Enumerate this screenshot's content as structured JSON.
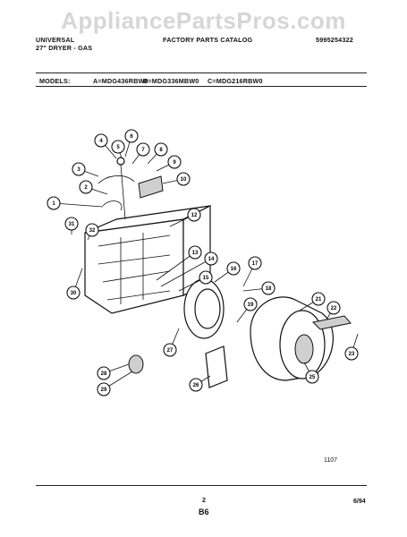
{
  "watermark": "AppliancePartsPros.com",
  "header": {
    "brand": "UNIVERSAL",
    "product": "27\" DRYER - GAS",
    "catalog": "FACTORY PARTS CATALOG",
    "catalog_number": "5995254322"
  },
  "models": {
    "label": "MODELS:",
    "a": "A=MDG436RBW0",
    "b": "B=MDG336MBW0",
    "c": "C=MDG216RBW0"
  },
  "diagram": {
    "callouts": [
      "1",
      "2",
      "3",
      "4",
      "5",
      "6",
      "7",
      "8",
      "9",
      "10",
      "12",
      "13",
      "14",
      "15",
      "16",
      "17",
      "18",
      "19",
      "21",
      "22",
      "23",
      "25",
      "26",
      "27",
      "28",
      "29",
      "30",
      "31",
      "32"
    ]
  },
  "footer": {
    "drawing_id": "1107",
    "page_number": "2",
    "section": "B6",
    "date": "6/94"
  }
}
